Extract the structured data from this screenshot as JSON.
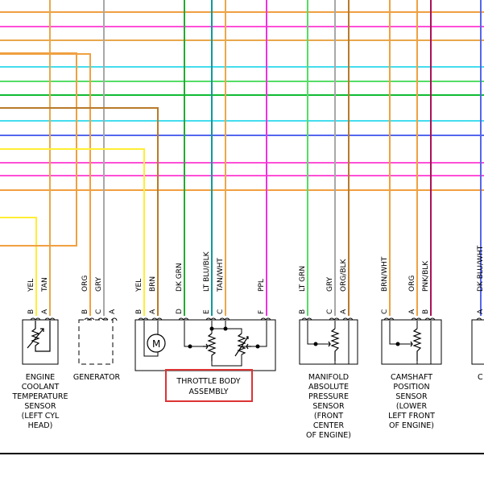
{
  "colors": {
    "pink": "#ff4fd8",
    "orange": "#f0a040",
    "cyan": "#44ddee",
    "green": "#11bb33",
    "ltgreen": "#55dd66",
    "blue": "#5566ee",
    "tan": "#e8a84c",
    "yellow": "#ffee33",
    "brown": "#b87a2a",
    "gray": "#a8a8a8",
    "darkgreen": "#22aa33",
    "teal": "#119999",
    "purple": "#ee33dd",
    "crimson": "#aa1155"
  },
  "wire_labels": {
    "yel1": "YEL",
    "tan1": "TAN",
    "org1": "ORG",
    "gry1": "GRY",
    "yel2": "YEL",
    "brn": "BRN",
    "dkgrn": "DK GRN",
    "ltblublk": "LT BLU/BLK",
    "tanwht": "TAN/WHT",
    "ppl": "PPL",
    "ltgrn": "LT GRN",
    "gry2": "GRY",
    "orgblk": "ORG/BLK",
    "brnwht": "BRN/WHT",
    "org2": "ORG",
    "pnkblk": "PNK/BLK",
    "dkbluwht": "DK BLU/WHT"
  },
  "pins": {
    "ect_b": "B",
    "ect_a": "A",
    "gen_b": "B",
    "gen_c": "C",
    "gen_a": "A",
    "tb_b": "B",
    "tb_a": "A",
    "tb_d": "D",
    "tb_e": "E",
    "tb_c": "C",
    "tb_f": "F",
    "map_b": "B",
    "map_c": "C",
    "map_a": "A",
    "cam_c": "C",
    "cam_a": "A",
    "cam_b": "B",
    "edge_a": "A"
  },
  "components": {
    "ect": [
      "ENGINE",
      "COOLANT",
      "TEMPERATURE",
      "SENSOR",
      "(LEFT CYL",
      "HEAD)"
    ],
    "generator": [
      "GENERATOR"
    ],
    "throttle_body": [
      "THROTTLE BODY",
      "ASSEMBLY"
    ],
    "map": [
      "MANIFOLD",
      "ABSOLUTE",
      "PRESSURE",
      "SENSOR",
      "(FRONT",
      "CENTER",
      "OF ENGINE)"
    ],
    "cam": [
      "CAMSHAFT",
      "POSITION",
      "SENSOR",
      "(LOWER",
      "LEFT FRONT",
      "OF ENGINE)"
    ],
    "edge": [
      "C"
    ]
  },
  "motor_symbol": "M",
  "highlight_color": "#dd3333"
}
